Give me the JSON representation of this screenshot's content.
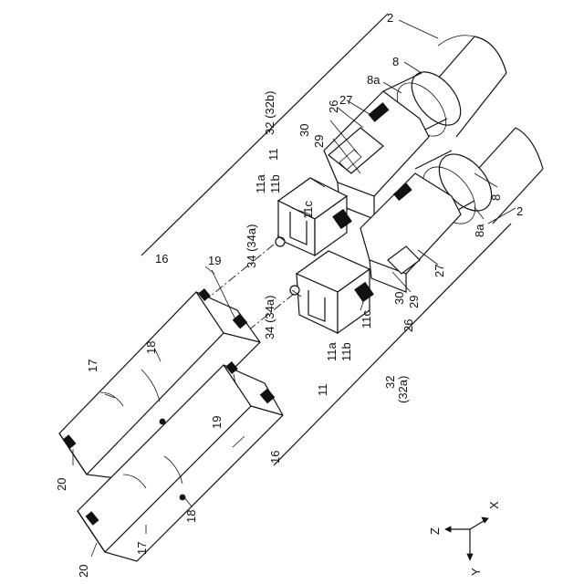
{
  "labels": {
    "l2_top": "2",
    "l8_top": "8",
    "l8a_top": "8a",
    "l32b": "32 (32b)",
    "l26_top": "26",
    "l30_top": "30",
    "l27_top": "27",
    "l29_top": "29",
    "l11_top": "11",
    "l11a_top": "11a",
    "l11b_top": "11b",
    "l11c_top": "11c",
    "l34_top": "34 (34a)",
    "l16_top": "16",
    "l19_top": "19",
    "l17_top": "17",
    "l18_top": "18",
    "l20_top": "20",
    "l8_bot": "8",
    "l8a_bot": "8a",
    "l2_bot": "2",
    "l27_bot": "27",
    "l30_bot": "30",
    "l29_bot": "29",
    "l26_bot": "26",
    "l34_bot": "34 (34a)",
    "l11c_bot": "11c",
    "l11a_bot": "11a",
    "l11b_bot": "11b",
    "l11_bot": "11",
    "l32": "32",
    "l32a": "(32a)",
    "l16_bot": "16",
    "l19_bot": "19",
    "l18_bot": "18",
    "l17_bot": "17",
    "l20_bot": "20"
  },
  "axes": {
    "x": "X",
    "y": "Y",
    "z": "Z"
  }
}
